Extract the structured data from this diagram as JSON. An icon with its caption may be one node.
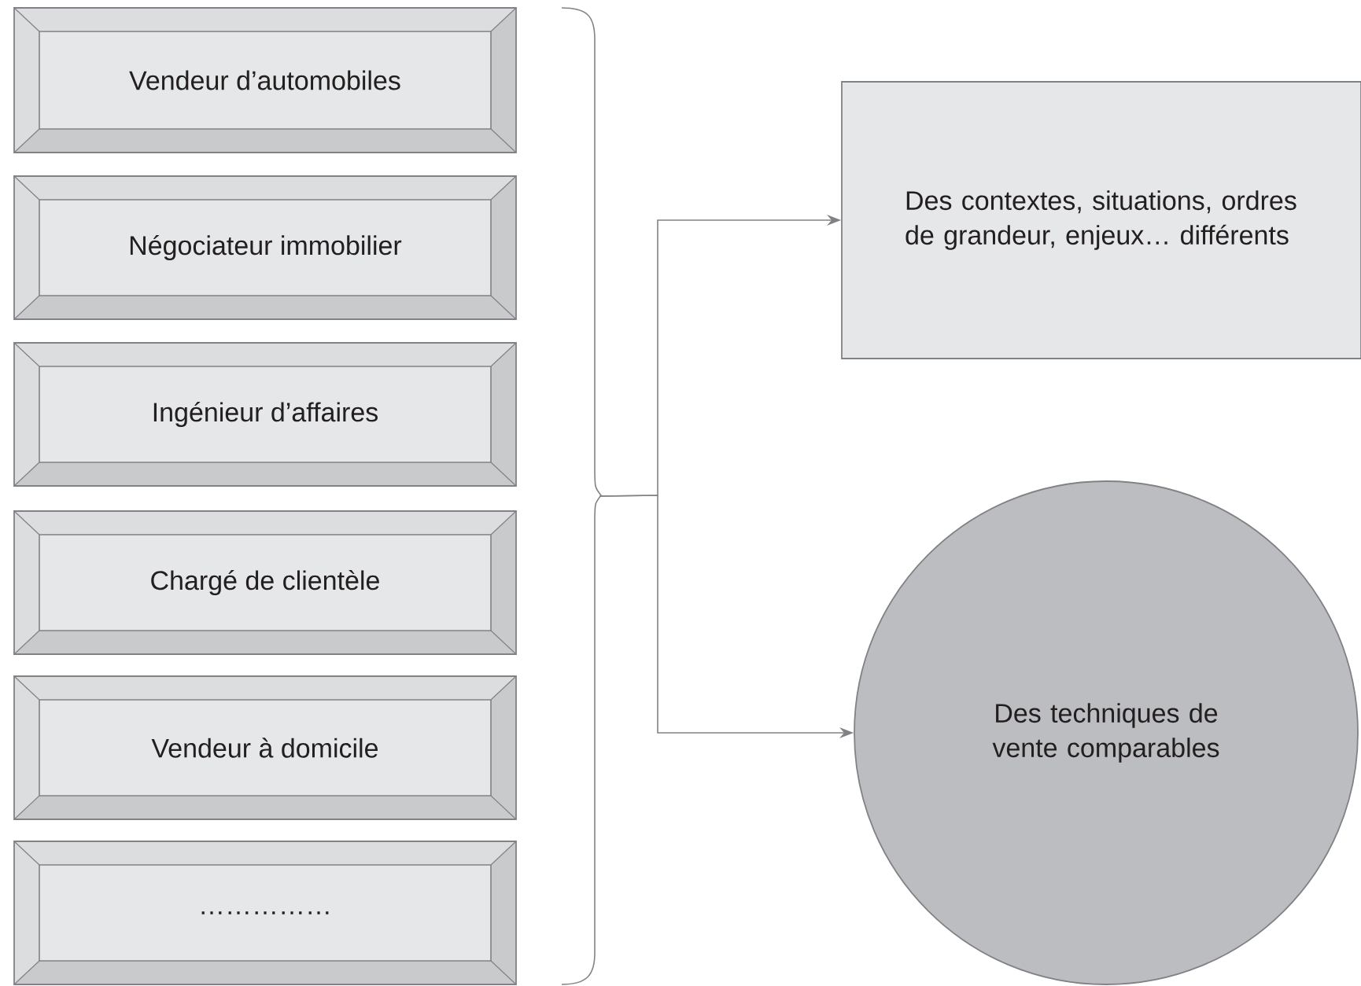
{
  "diagram": {
    "nodes": [
      {
        "text": [
          "Vendeur d’automobiles"
        ]
      },
      {
        "text": [
          "Négociateur immobilier"
        ]
      },
      {
        "text": [
          "Ingénieur d’affaires"
        ]
      },
      {
        "text": [
          "Chargé de clientèle"
        ]
      },
      {
        "text": [
          "Vendeur à domicile"
        ]
      },
      {
        "text": [
          "……………"
        ]
      },
      {
        "text": [
          "Des contextes, situations, ordres de grandeur, enjeux… différents"
        ]
      },
      {
        "text": [
          "Des techniques de vente comparables"
        ]
      },
      {
        "text": [],
        "shape": "brace"
      }
    ],
    "edges": [
      {
        "from": 8,
        "to": 6,
        "arrow": "to"
      },
      {
        "from": 8,
        "to": 7,
        "arrow": "to"
      }
    ]
  }
}
